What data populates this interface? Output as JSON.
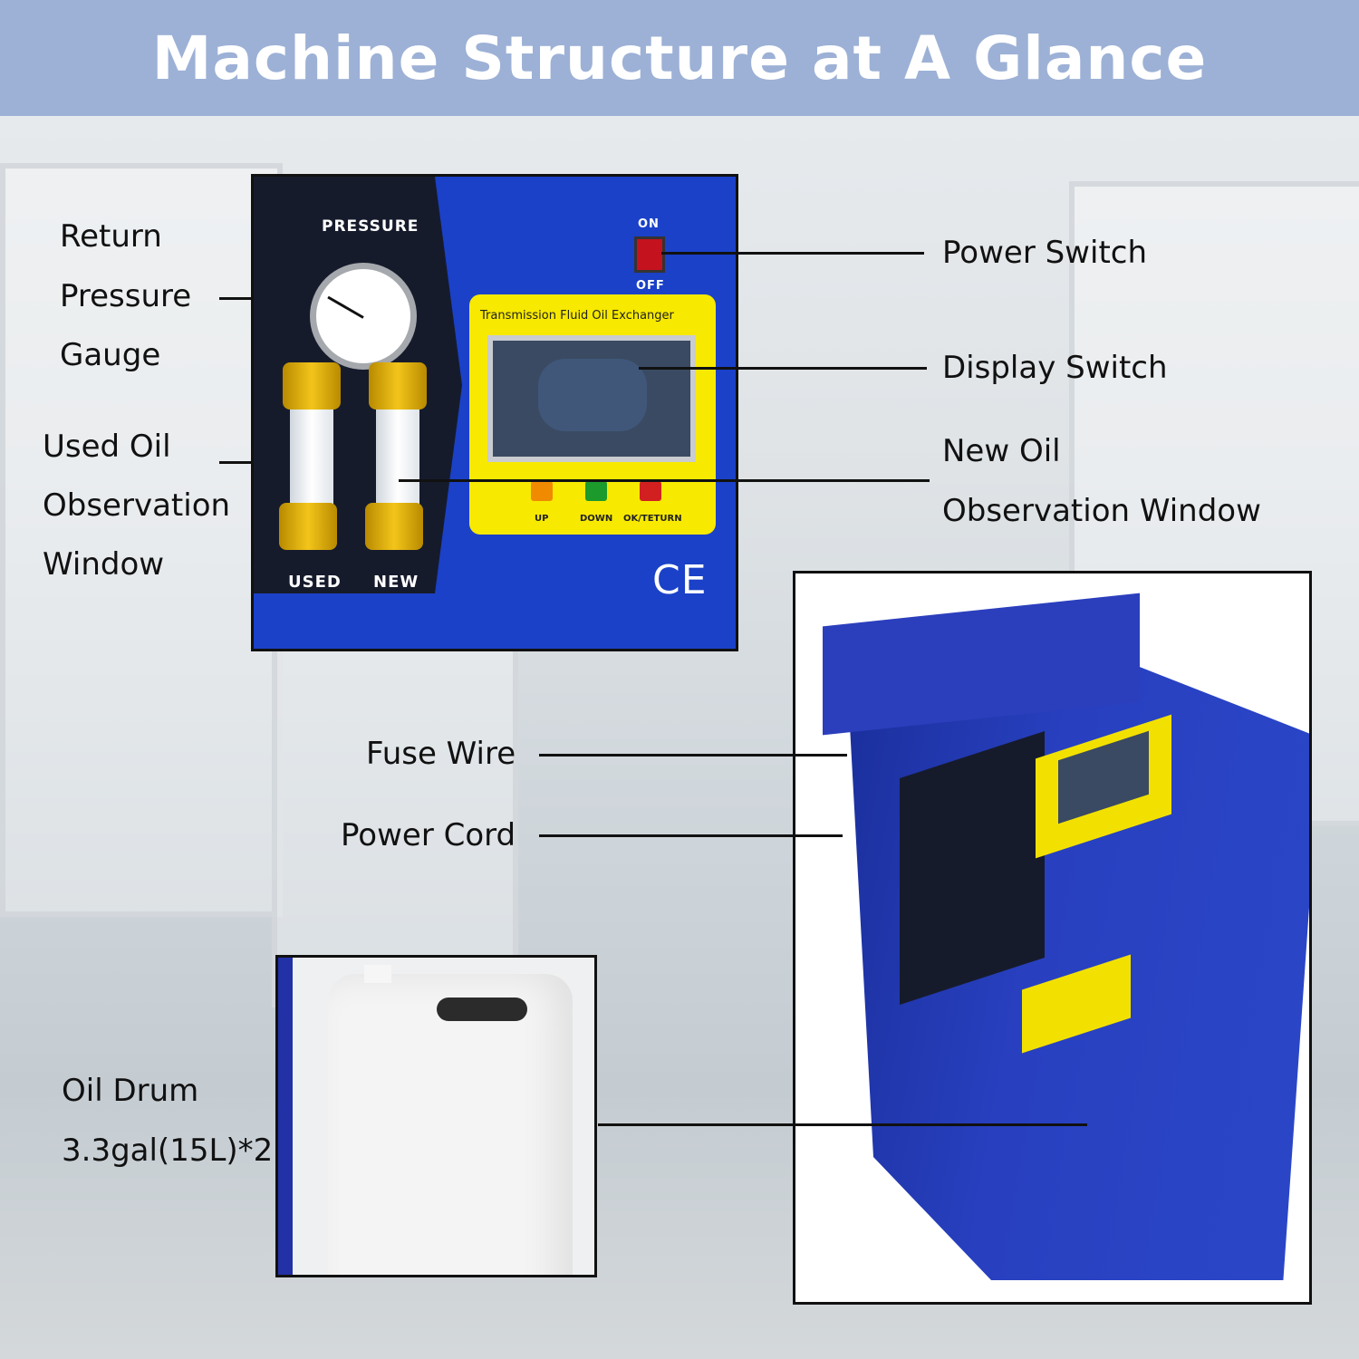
{
  "title": "Machine Structure at A Glance",
  "labels": {
    "return_pressure_gauge": [
      "Return",
      "Pressure",
      "Gauge"
    ],
    "used_oil_window": [
      "Used Oil",
      "Observation",
      "Window"
    ],
    "power_switch": "Power Switch",
    "display_switch": "Display Switch",
    "new_oil_window": [
      "New Oil",
      "Observation Window"
    ],
    "fuse_wire": "Fuse Wire",
    "power_cord": "Power Cord",
    "oil_drum": [
      "Oil Drum",
      "3.3gal(15L)*2"
    ]
  },
  "panel": {
    "pressure": "PRESSURE",
    "on": "ON",
    "off": "OFF",
    "brand": "Transmission Fluid Oil Exchanger",
    "up": "UP",
    "down": "DOWN",
    "ok": "OK/TETURN",
    "used": "USED",
    "new": "NEW",
    "ce": "CE"
  },
  "colors": {
    "banner": "#9db1d6",
    "machine_blue": "#1b41c8",
    "label_yellow": "#f7e900"
  }
}
